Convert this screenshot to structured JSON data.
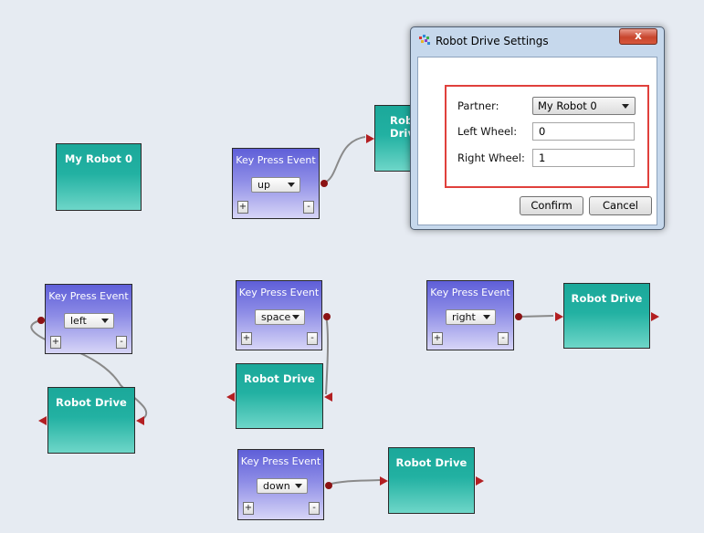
{
  "canvas": {
    "blocks": [
      {
        "kind": "robot",
        "name": "robot-block-my-robot-0",
        "title": "My Robot 0"
      },
      {
        "kind": "robot",
        "name": "robot-drive-block-top",
        "title": "Robot Drive"
      },
      {
        "kind": "robot",
        "name": "robot-drive-block-left",
        "title": "Robot Drive"
      },
      {
        "kind": "robot",
        "name": "robot-drive-block-space",
        "title": "Robot Drive"
      },
      {
        "kind": "robot",
        "name": "robot-drive-block-right",
        "title": "Robot Drive"
      },
      {
        "kind": "robot",
        "name": "robot-drive-block-down",
        "title": "Robot Drive"
      }
    ],
    "key_events": [
      {
        "name": "key-press-event-up",
        "title": "Key Press Event",
        "key": "up",
        "add": "+",
        "remove": "-"
      },
      {
        "name": "key-press-event-left",
        "title": "Key Press Event",
        "key": "left",
        "add": "+",
        "remove": "-"
      },
      {
        "name": "key-press-event-space",
        "title": "Key Press Event",
        "key": "space",
        "add": "+",
        "remove": "-"
      },
      {
        "name": "key-press-event-right",
        "title": "Key Press Event",
        "key": "right",
        "add": "+",
        "remove": "-"
      },
      {
        "name": "key-press-event-down",
        "title": "Key Press Event",
        "key": "down",
        "add": "+",
        "remove": "-"
      }
    ]
  },
  "dialog": {
    "title": "Robot Drive Settings",
    "close_glyph": "x",
    "partner_label": "Partner:",
    "partner_value": "My Robot 0",
    "left_wheel_label": "Left Wheel:",
    "left_wheel_value": "0",
    "right_wheel_label": "Right Wheel:",
    "right_wheel_value": "1",
    "confirm_label": "Confirm",
    "cancel_label": "Cancel"
  },
  "colors": {
    "connector": "#8b1214",
    "arrow": "#b31f22",
    "robot_block": "#1ba89a",
    "key_block": "#5f5fd8",
    "highlight_box": "#e0403c"
  }
}
